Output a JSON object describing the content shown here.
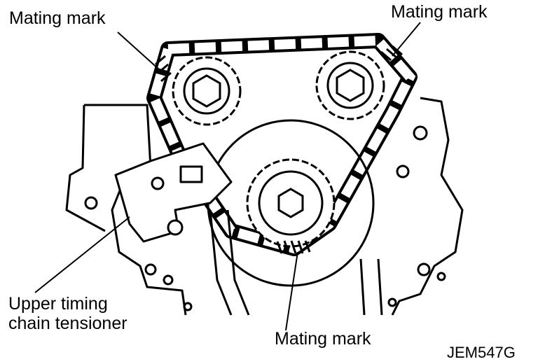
{
  "labels": {
    "mating_mark_top_left": "Mating mark",
    "mating_mark_top_right": "Mating mark",
    "tensioner_line1": "Upper timing",
    "tensioner_line2": "chain tensioner",
    "mating_mark_bottom": "Mating mark",
    "figure_code": "JEM547G"
  },
  "colors": {
    "ink": "#000000",
    "paper": "#ffffff"
  }
}
